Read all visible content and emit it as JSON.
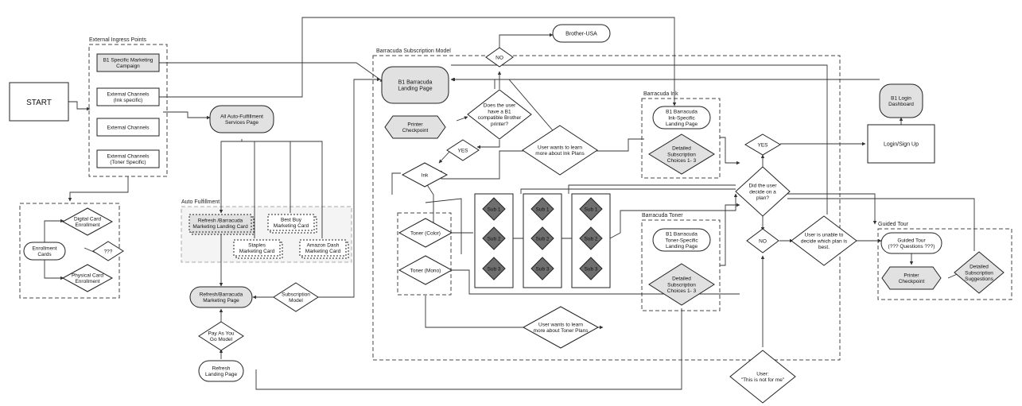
{
  "start": "START",
  "groups": {
    "external_ingress": "External Ingress Points",
    "auto_fulfillment": "Auto Fulfillment",
    "subscription_model": "Barracuda Subscription Model",
    "barracuda_ink": "Barracuda Ink",
    "barracuda_toner": "Barracuda Toner",
    "guided_tour": "Guided Tour"
  },
  "ingress": {
    "b1_marketing": [
      "B1 Specific Marketing",
      "Campaign"
    ],
    "ext_ink": [
      "External Channels",
      "(Ink specific)"
    ],
    "ext": [
      "External Channels"
    ],
    "ext_toner": [
      "External Channels",
      "(Toner Specific)"
    ]
  },
  "enrollment": {
    "digital": [
      "Digital Card",
      "Enrollment"
    ],
    "unknown": [
      "???"
    ],
    "cards": [
      "Enrollment",
      "Cards"
    ],
    "physical": [
      "Physical Card",
      "Enrollment"
    ]
  },
  "auto": {
    "services_page": [
      "All Auto-Fulfillment",
      "Services Page"
    ],
    "refresh_card": [
      "Refresh /Barracuda",
      "Marketing Landing Card"
    ],
    "bestbuy_card": [
      "Best Buy",
      "Marketing Card"
    ],
    "staples_card": [
      "Staples",
      "Marketing Card"
    ],
    "amazon_card": [
      "Amazon Dash",
      "Marketing Card"
    ]
  },
  "lower": {
    "refresh_marketing": [
      "Refresh/Barracuda",
      "Marketing Page"
    ],
    "subscription_model": [
      "Subscription",
      "Model"
    ],
    "pay_as_you_go": [
      "Pay As You",
      "Go Model"
    ],
    "refresh_landing": [
      "Refresh",
      "Landing Page"
    ]
  },
  "sub_model": {
    "landing": [
      "B1 Barracuda",
      "Landing Page"
    ],
    "printer_checkpoint": [
      "Printer",
      "Checkpoint"
    ],
    "compatible_q": [
      "Does the user",
      "have a B1",
      "compatible Brother",
      "printer?"
    ],
    "no": [
      "NO"
    ],
    "brother_usa": [
      "Brother-USA"
    ],
    "yes": [
      "YES"
    ],
    "ink": [
      "Ink"
    ],
    "learn_ink": [
      "User wants to learn",
      "more about Ink Plans"
    ],
    "toner_color": [
      "Toner (Color)"
    ],
    "toner_mono": [
      "Toner (Mono)"
    ],
    "learn_toner": [
      "User wants to learn",
      "more about Toner Plans"
    ],
    "sub1": [
      "Sub 1"
    ],
    "sub2": [
      "Sub 2"
    ],
    "sub3": [
      "Sub 3"
    ]
  },
  "ink_group": {
    "landing": [
      "B1 Barracuda",
      "Ink-Specific",
      "Landing Page"
    ],
    "choices": [
      "Detailed",
      "Subscription",
      "Choices 1- 3"
    ]
  },
  "toner_group": {
    "landing": [
      "B1 Barracuda",
      "Toner-Specific",
      "Landing Page"
    ],
    "choices": [
      "Detailed",
      "Subscription",
      "Choices 1- 3"
    ]
  },
  "decision": {
    "yes": [
      "YES"
    ],
    "decide_q": [
      "Did the user",
      "decide on a",
      "plan?"
    ],
    "no": [
      "NO"
    ],
    "unable": [
      "User is unable to",
      "decide which plan is",
      "best."
    ],
    "not_for_me": [
      "User:",
      "\"This is not for me\""
    ]
  },
  "login": {
    "dashboard": [
      "B1 Login",
      "Dashboard"
    ],
    "signup": [
      "Login/Sign Up"
    ]
  },
  "tour": {
    "guided": [
      "Guided Tour",
      "(??? Questions ???)"
    ],
    "printer_checkpoint": [
      "Printer",
      "Checkpoint"
    ],
    "suggestions": [
      "Detailed",
      "Subscription",
      "Suggestions"
    ]
  }
}
